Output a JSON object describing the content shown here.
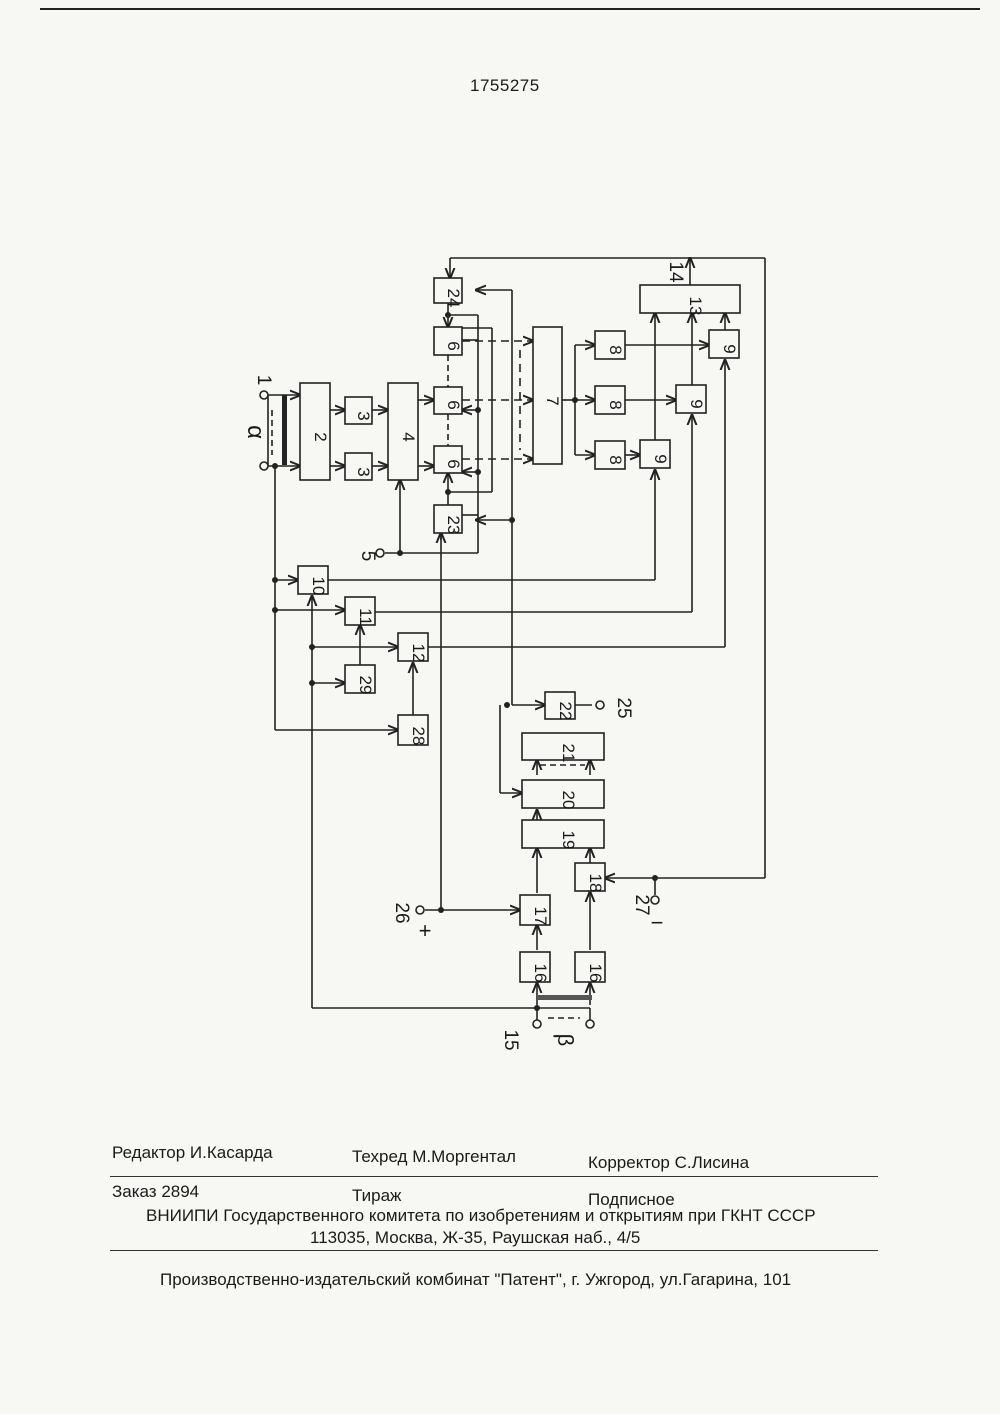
{
  "header": {
    "patent_number": "1755275"
  },
  "diagram": {
    "blocks": {
      "b2": "2",
      "b3a": "3",
      "b3b": "3",
      "b4": "4",
      "b6a": "6",
      "b6b": "6",
      "b6c": "6",
      "b7": "7",
      "b8a": "8",
      "b8b": "8",
      "b8c": "8",
      "b9a": "9",
      "b9b": "9",
      "b9c": "9",
      "b10": "10",
      "b11": "11",
      "b12": "12",
      "b13": "13",
      "b16a": "16",
      "b16b": "16",
      "b17": "17",
      "b18": "18",
      "b19": "19",
      "b20": "20",
      "b21": "21",
      "b22": "22",
      "b23": "23",
      "b24": "24",
      "b28": "28",
      "b29": "29"
    },
    "terminals": {
      "t1": "1",
      "alpha": "α",
      "t5": "5",
      "t14": "14",
      "t15": "15",
      "beta": "β",
      "t25": "25",
      "t26": "26",
      "plus": "+",
      "t27": "27",
      "minus": "−"
    }
  },
  "footer": {
    "editor": "Редактор  И.Касарда",
    "techred": "Техред М.Моргентал",
    "corrector": "Корректор  С.Лисина",
    "order": "Заказ  2894",
    "circulation": "Тираж",
    "subscription": "Подписное",
    "org_line": "ВНИИПИ Государственного комитета по изобретениям и открытиям при ГКНТ СССР",
    "address_line": "113035, Москва, Ж-35, Раушская наб., 4/5",
    "publisher_line": "Производственно-издательский комбинат \"Патент\", г. Ужгород, ул.Гагарина, 101"
  }
}
